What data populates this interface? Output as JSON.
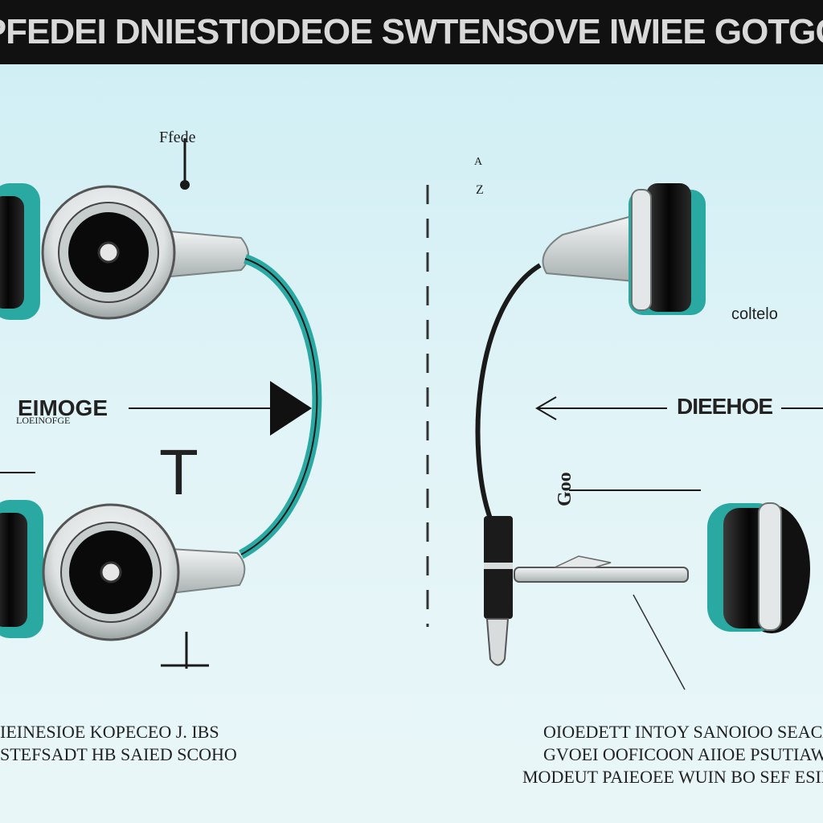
{
  "title": "PFEDEI DNIESTIODEOE SWTENSOVE IWIEE GOTGC",
  "labels": {
    "top_left": "Ffede",
    "left_arrow_main": "EIMOGE",
    "left_arrow_sub": "LOEINOFGE",
    "left_t": "T",
    "top_center_a": "A",
    "top_center_b": "Z",
    "right_top": "coltelo",
    "right_arrow": "DIEEHOE",
    "right_small": "Goo",
    "caption_left_1": "IEINESIOE KOPECEO J. IBS",
    "caption_left_2": "STEFSADT HB SAIED SCOHO",
    "caption_right_1": "OIOEDETT INTOY SANOIOO SEACAT FOEW",
    "caption_right_2": "GVOEI OOFICOON AIIOE PSUTIAW",
    "caption_right_3": "MODEUT PAIEOEE WUIN BO SEF ESIEE"
  },
  "colors": {
    "teal": "#2aa9a3",
    "ink": "#1a1a1a",
    "silver": "#d8dcdc",
    "background": "#d7f1f5"
  }
}
